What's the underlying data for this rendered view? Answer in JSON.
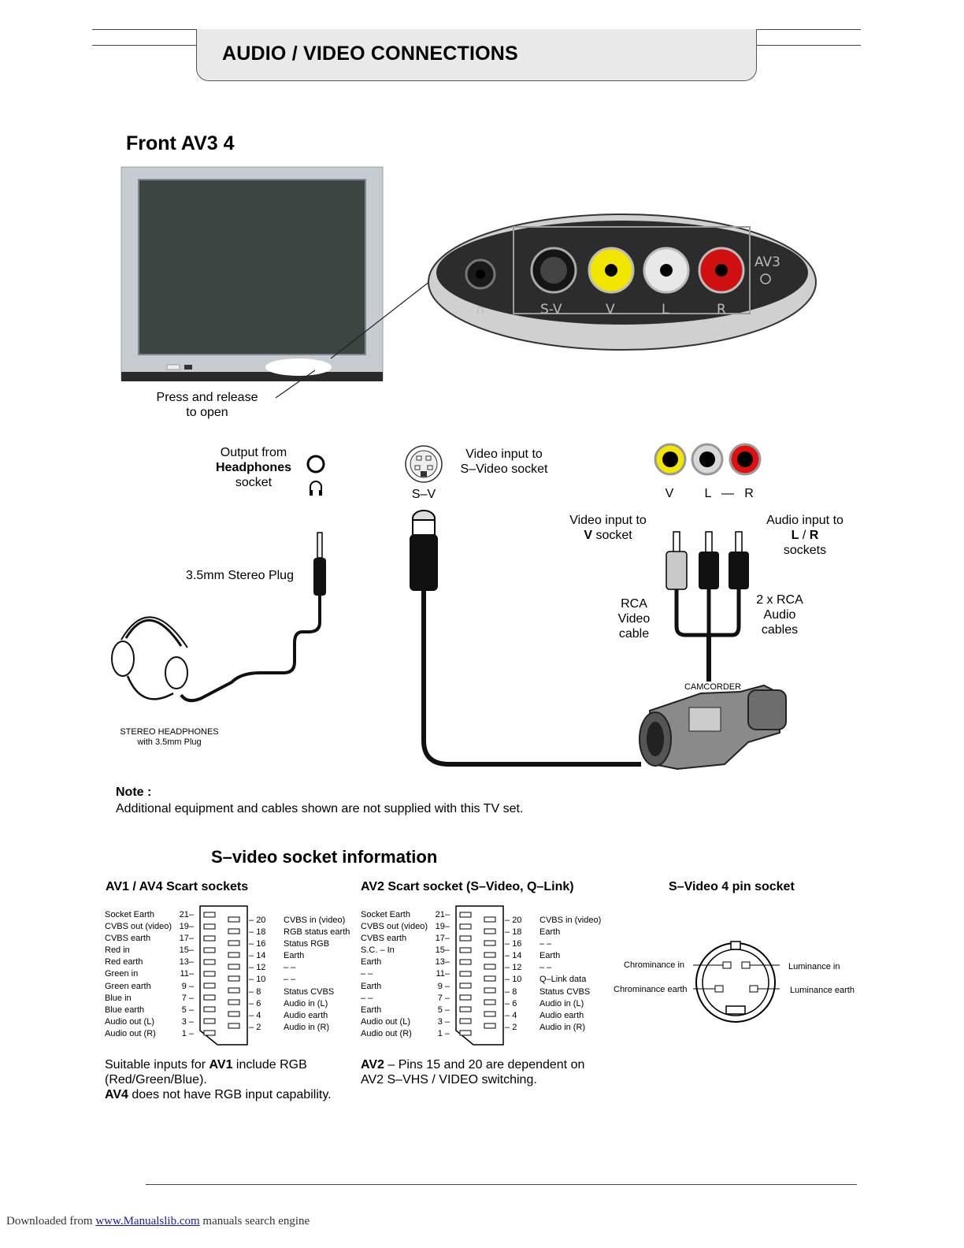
{
  "header": {
    "title": "AUDIO / VIDEO CONNECTIONS"
  },
  "front_section": {
    "title": "Front AV3 4",
    "press_release": [
      "Press and release",
      "to open"
    ],
    "panel_labels": {
      "av3": "AV3",
      "sv": "S-V",
      "v": "V",
      "l": "L",
      "r": "R"
    },
    "headphones_output": [
      "Output from",
      "Headphones",
      "socket"
    ],
    "video_input_sv": [
      "Video input to",
      "S–Video socket"
    ],
    "sv_label": "S–V",
    "rca_labels": {
      "v": "V",
      "l": "L",
      "dash": "—",
      "r": "R"
    },
    "video_input_v": [
      "Video input to",
      "V",
      "socket"
    ],
    "audio_input_lr": [
      "Audio input to",
      "L",
      " / ",
      "R",
      "sockets"
    ],
    "stereo_plug": "3.5mm Stereo Plug",
    "rca_video_cable": [
      "RCA",
      "Video",
      "cable"
    ],
    "rca_audio_cables": [
      "2 x RCA",
      "Audio",
      "cables"
    ],
    "camcorder": "CAMCORDER",
    "headphones_caption": [
      "STEREO HEADPHONES",
      "with 3.5mm Plug"
    ]
  },
  "note": {
    "title": "Note :",
    "text": "Additional equipment and cables shown are not supplied with this TV set."
  },
  "svideo_info": {
    "title": "S–video socket information",
    "av1": {
      "title": "AV1 / AV4 Scart sockets",
      "left_labels": [
        "Socket Earth",
        "CVBS out (video)",
        "CVBS earth",
        "Red in",
        "Red earth",
        "Green in",
        "Green earth",
        "Blue in",
        "Blue earth",
        "Audio out (L)",
        "Audio out (R)"
      ],
      "left_pins": [
        "21",
        "19",
        "17",
        "15",
        "13",
        "11",
        "9",
        "7",
        "5",
        "3",
        "1"
      ],
      "right_pins": [
        "20",
        "18",
        "16",
        "14",
        "12",
        "10",
        "8",
        "6",
        "4",
        "2"
      ],
      "right_labels": [
        "CVBS in (video)",
        "RGB status earth",
        "Status RGB",
        "Earth",
        "– –",
        "– –",
        "Status CVBS",
        "Audio in (L)",
        "Audio earth",
        "Audio in (R)"
      ],
      "desc": [
        "Suitable inputs for ",
        "AV1",
        " include RGB",
        "(Red/Green/Blue).",
        "AV4",
        " does not have RGB input capability."
      ]
    },
    "av2": {
      "title": "AV2 Scart socket (S–Video, Q–Link)",
      "left_labels": [
        "Socket Earth",
        "CVBS out (video)",
        "CVBS earth",
        "S.C. – In",
        "Earth",
        "– –",
        "Earth",
        "– –",
        "Earth",
        "Audio out (L)",
        "Audio out (R)"
      ],
      "left_pins": [
        "21",
        "19",
        "17",
        "15",
        "13",
        "11",
        "9",
        "7",
        "5",
        "3",
        "1"
      ],
      "right_pins": [
        "20",
        "18",
        "16",
        "14",
        "12",
        "10",
        "8",
        "6",
        "4",
        "2"
      ],
      "right_labels": [
        "CVBS in (video)",
        "Earth",
        "– –",
        "Earth",
        "– –",
        "Q–Link data",
        "Status CVBS",
        "Audio in (L)",
        "Audio earth",
        "Audio in (R)"
      ],
      "desc": [
        "AV2",
        " – Pins 15 and 20 are dependent on",
        "AV2 S–VHS / VIDEO switching."
      ]
    },
    "svideo4": {
      "title": "S–Video 4 pin socket",
      "labels": {
        "chroma_in": "Chrominance  in",
        "chroma_earth": "Chrominance earth",
        "lum_in": "Luminance in",
        "lum_earth": "Luminance earth"
      }
    }
  },
  "footer": {
    "prefix": "Downloaded from ",
    "link": "www.Manualslib.com",
    "suffix": "  manuals search engine"
  },
  "colors": {
    "yellow": "#f2e600",
    "white_rca": "#d8d8d8",
    "red": "#e01010",
    "header_bg": "#e9e9e9"
  }
}
